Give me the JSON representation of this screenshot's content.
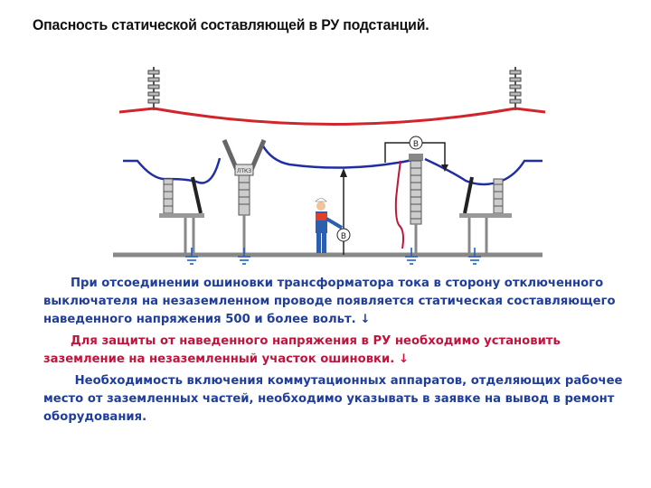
{
  "title": "Опасность статической составляющей в РУ подстанций.",
  "diagram": {
    "meter_label_top": "В",
    "meter_label_bottom": "В",
    "ct_label": "ЛТКЗ",
    "colors": {
      "overhead_line": "#d0252b",
      "busbar": "#1f2fa3",
      "ground": "#1f5fc4",
      "worker_suit": "#2d5fb0",
      "worker_vest": "#e0402a"
    }
  },
  "paragraphs": [
    {
      "text": "При отсоединении ошиновки трансформатора тока в сторону отключенного выключателя на незаземленном проводе появляется статическая составляющего наведенного напряжения 500 и более вольт. ↓"
    },
    {
      "text": "Для защиты от наведенного напряжения в РУ необходимо установить заземление на незаземленный участок ошиновки. ↓"
    },
    {
      "text": " Необходимость включения коммутационных аппаратов, отделяющих рабочее место от заземленных частей, необходимо указывать в  заявке на вывод в ремонт оборудования."
    }
  ]
}
